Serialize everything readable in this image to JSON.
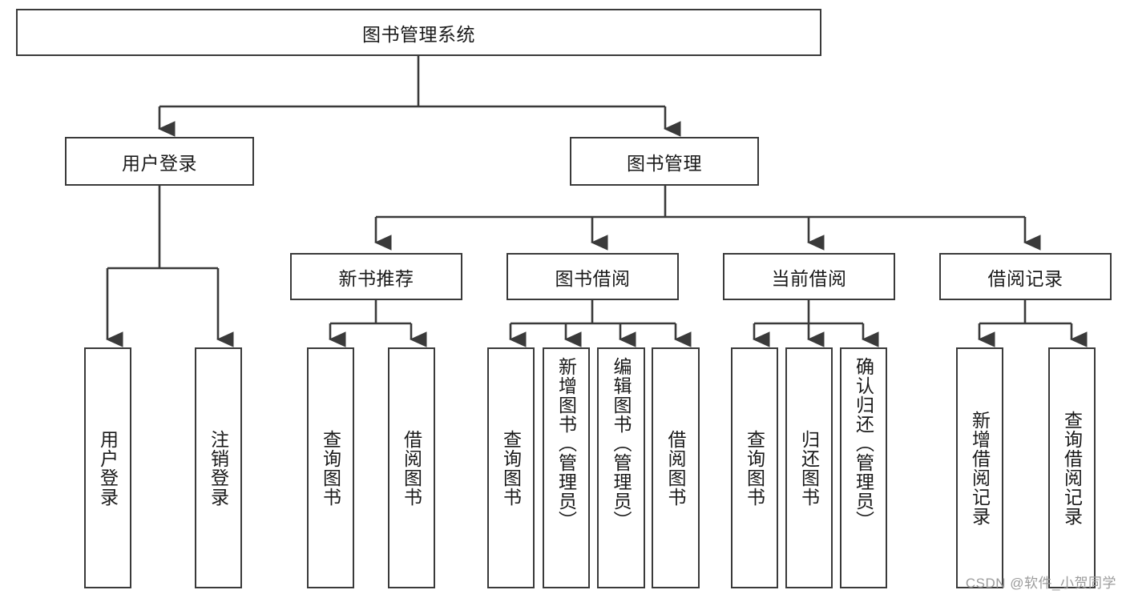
{
  "diagram": {
    "title": "图书管理系统",
    "watermark": "CSDN @软件_小贺同学",
    "colors": {
      "stroke": "#3a3a3a",
      "text": "#1a1a1a",
      "background": "#ffffff",
      "watermark": "#9b9b9b"
    },
    "root": {
      "label": "图书管理系统"
    },
    "level2": [
      {
        "label": "用户登录"
      },
      {
        "label": "图书管理"
      }
    ],
    "level3": [
      {
        "label": "新书推荐"
      },
      {
        "label": "图书借阅"
      },
      {
        "label": "当前借阅"
      },
      {
        "label": "借阅记录"
      }
    ],
    "leaves": {
      "user_login": [
        {
          "label": "用户登录"
        },
        {
          "label": "注销登录"
        }
      ],
      "new_book_recommend": [
        {
          "label": "查询图书"
        },
        {
          "label": "借阅图书"
        }
      ],
      "book_borrow": [
        {
          "label": "查询图书"
        },
        {
          "label": "新增图书（管理员）"
        },
        {
          "label": "编辑图书（管理员）"
        },
        {
          "label": "借阅图书"
        }
      ],
      "current_borrow": [
        {
          "label": "查询图书"
        },
        {
          "label": "归还图书"
        },
        {
          "label": "确认归还（管理员）"
        }
      ],
      "borrow_record": [
        {
          "label": "新增借阅记录"
        },
        {
          "label": "查询借阅记录"
        }
      ]
    }
  }
}
